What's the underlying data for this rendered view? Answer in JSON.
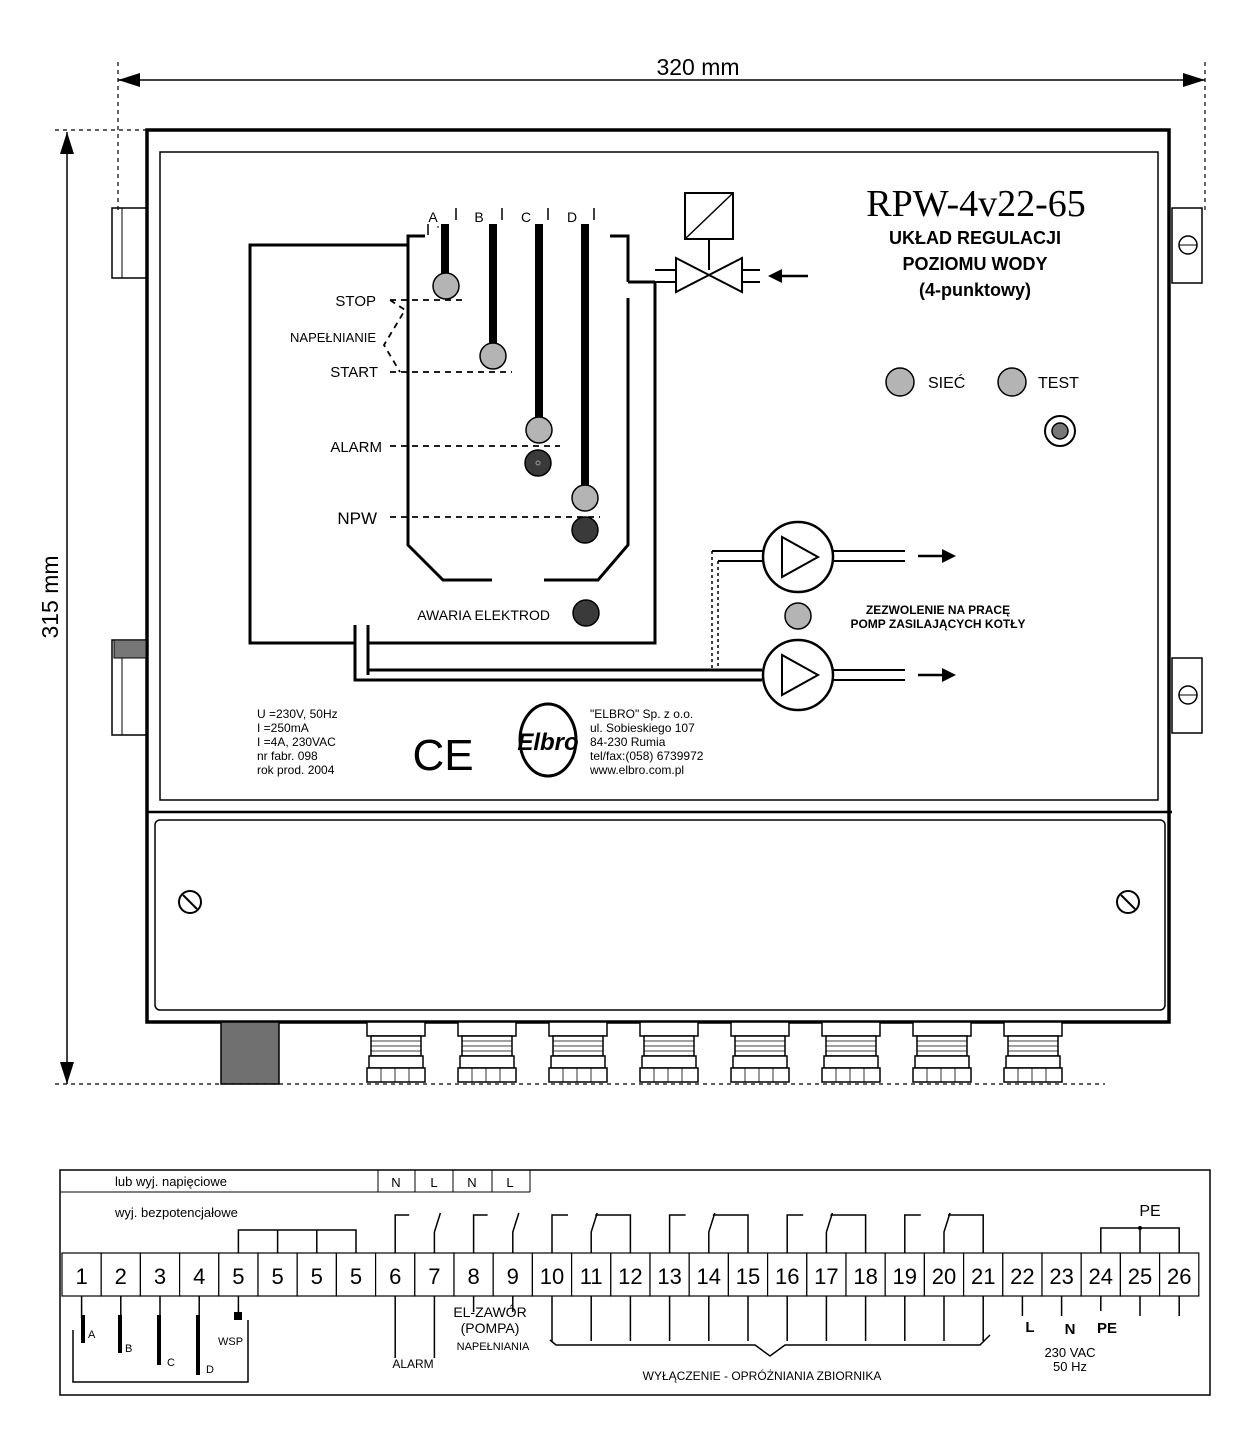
{
  "dimensions": {
    "width_label": "320 mm",
    "height_label": "315 mm"
  },
  "device": {
    "model": "RPW-4v22-65",
    "title_line1": "UKŁAD REGULACJI",
    "title_line2": "POZIOMU WODY",
    "title_line3": "(4-punktowy)"
  },
  "electrodes": [
    "A",
    "B",
    "C",
    "D"
  ],
  "levels": {
    "stop": "STOP",
    "filling": "NAPEŁNIANIE",
    "start": "START",
    "alarm": "ALARM",
    "npw": "NPW",
    "electrode_fault": "AWARIA ELEKTROD"
  },
  "indicators": {
    "mains": "SIEĆ",
    "test": "TEST"
  },
  "pump_permit": {
    "line1": "ZEZWOLENIE NA PRACĘ",
    "line2": "POMP ZASILAJĄCYCH KOTŁY"
  },
  "specs": {
    "voltage": "U =230V, 50Hz",
    "current": "I =250mA",
    "relay": "I =4A, 230VAC",
    "serial": "nr fabr. 098",
    "year": "rok prod. 2004"
  },
  "ce_mark": "CE",
  "manufacturer": {
    "logo": "Elbro",
    "name": "\"ELBRO\" Sp. z o.o.",
    "street": "ul. Sobieskiego 107",
    "city": "84-230 Rumia",
    "phone": "tel/fax:(058) 6739972",
    "web": "www.elbro.com.pl"
  },
  "terminal_strip": {
    "header_voltage_outputs": "lub wyj. napięciowe",
    "header_potential_free": "wyj. bezpotencjałowe",
    "header_nl": [
      "N",
      "L",
      "N",
      "L"
    ],
    "pe_header": "PE",
    "terminals": [
      "1",
      "2",
      "3",
      "4",
      "5",
      "5",
      "5",
      "5",
      "6",
      "7",
      "8",
      "9",
      "10",
      "11",
      "12",
      "13",
      "14",
      "15",
      "16",
      "17",
      "18",
      "19",
      "20",
      "21",
      "22",
      "23",
      "24",
      "25",
      "26"
    ],
    "electrode_labels": [
      "A",
      "B",
      "C",
      "D",
      "WSP"
    ],
    "alarm_label": "ALARM",
    "valve_line1": "EL-ZAWÓR",
    "valve_line2": "(POMPA)",
    "valve_line3": "NAPEŁNIANIA",
    "emptying_label": "WYŁĄCZENIE - OPRÓŻNIANIA ZBIORNIKA",
    "supply_terms": [
      "L",
      "N",
      "PE"
    ],
    "supply_line1": "230 VAC",
    "supply_line2": "50 Hz"
  }
}
